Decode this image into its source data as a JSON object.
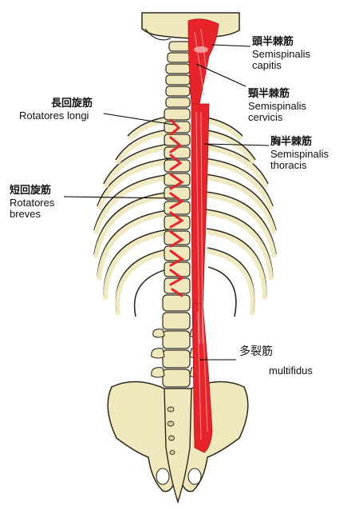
{
  "labels": {
    "semispinalis_capitis": {
      "jp": "頭半棘筋",
      "en1": "Semispinalis",
      "en2": "capitis"
    },
    "semispinalis_cervicis": {
      "jp": "頸半棘筋",
      "en1": "Semispinalis",
      "en2": "cervicis"
    },
    "semispinalis_thoracis": {
      "jp": "胸半棘筋",
      "en1": "Semispinalis",
      "en2": "thoracis"
    },
    "rotatores_longi": {
      "jp": "長回旋筋",
      "en1": "Rotatores longi"
    },
    "rotatores_breves": {
      "jp": "短回旋筋",
      "en1": "Rotatores",
      "en2": "breves"
    },
    "multifidus": {
      "jp": "多裂筋",
      "en1": "multifidus"
    }
  },
  "colors": {
    "bone": "#efe8bd",
    "bone_outline": "#2d2a1c",
    "muscle": "#e8232a",
    "muscle_stripe": "#f7b6b6",
    "leader_line": "#000000"
  }
}
